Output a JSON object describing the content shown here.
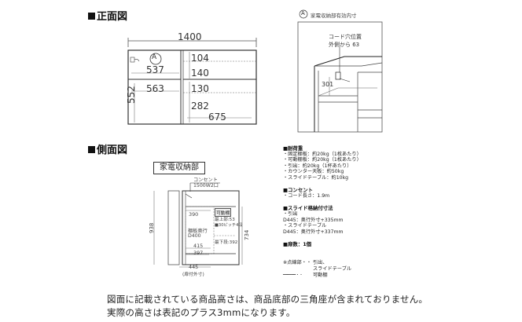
{
  "front": {
    "title": "正面図",
    "marker": "A",
    "dims": {
      "width": "1400",
      "left_width": "537",
      "left_lower": "563",
      "left_height": "552",
      "right_top": "104",
      "right_mid1": "140",
      "right_mid2": "130",
      "right_lower": "282",
      "right_width": "675"
    }
  },
  "detail": {
    "marker": "A",
    "caption": "家電収納部有効内寸",
    "outlet_line1": "コード穴位置",
    "outlet_line2": "外側から 63",
    "dim_301": "301"
  },
  "side": {
    "title": "側面図",
    "label_box": "家電収納部",
    "outlet_line1": "コンセント",
    "outlet_line2": "1500W2口",
    "total_height": "938",
    "inner_height": "734",
    "top_depth": "390",
    "movable_shelf": "可動棚",
    "top_clear": "最上部:53",
    "pitch": "■30ピッチ4段",
    "drawer_line1": "棚板奥行",
    "drawer_line2": "D400",
    "bottom_clear": "最下段:392",
    "dim_415": "415",
    "dim_397": "397",
    "dim_445": "445",
    "dim_445_note": "(扉付外寸)"
  },
  "specs": {
    "load_title": "■耐荷重",
    "load_items": [
      "・固定棚板：約20kg（1枚あたり）",
      "・可動棚板：約20kg（1枚あたり）",
      "・引出：約20kg（1杯あたり）",
      "・カウンター天板：約50kg",
      "・スライドテーブル：約10kg"
    ],
    "outlet_title": "■コンセント",
    "outlet_items": [
      "・コード長さ：1.9m"
    ],
    "slide_title": "■スライド格納付寸法",
    "slide_items": [
      "・引出",
      "D445：奥行外寸+335mm",
      "・スライドテーブル",
      "D445：奥行外寸+337mm"
    ],
    "material_title": "■扉数：1個",
    "legend1_mark": "※点線部・・",
    "legend1_text1": "引出、",
    "legend1_text2": "スライドテーブル",
    "legend2_mark": "━━━━━━・・",
    "legend2_text": "可動棚"
  },
  "footnote": {
    "line1": "図面に記載されている商品高さは、商品底部の三角座が含まれておりません。",
    "line2": "実際の高さは表記のプラス3mmになります。"
  }
}
